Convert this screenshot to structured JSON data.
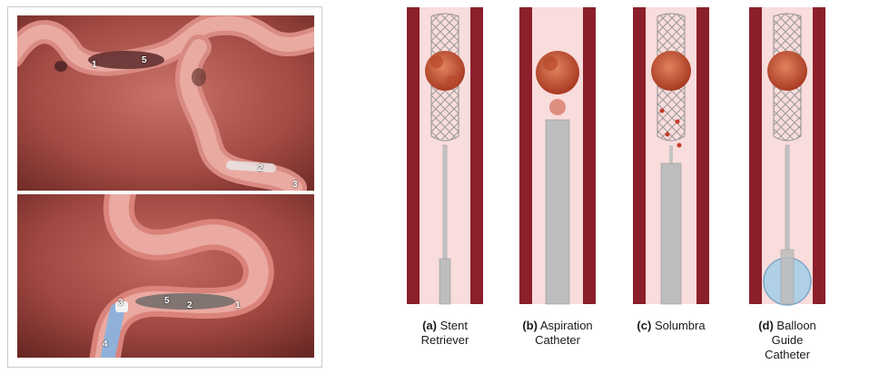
{
  "top_illustration": {
    "labels": [
      "1",
      "5",
      "2",
      "3"
    ]
  },
  "bottom_illustration": {
    "labels": [
      "3",
      "5",
      "2",
      "1",
      "4"
    ]
  },
  "panels": [
    {
      "letter": "(a)",
      "line1": "Stent",
      "line2": "Retriever",
      "line3": ""
    },
    {
      "letter": "(b)",
      "line1": "Aspiration",
      "line2": "Catheter",
      "line3": ""
    },
    {
      "letter": "(c)",
      "line1": "Solumbra",
      "line2": "",
      "line3": ""
    },
    {
      "letter": "(d)",
      "line1": "Balloon",
      "line2": "Guide",
      "line3": "Catheter"
    }
  ],
  "colors": {
    "vessel_wall": "#8b1f2a",
    "vessel_lumen": "#f9dcdc",
    "clot": "#c24a2c",
    "catheter": "#bdbdbd",
    "balloon": "#a9cfe6",
    "tissue": "#a84a43"
  }
}
